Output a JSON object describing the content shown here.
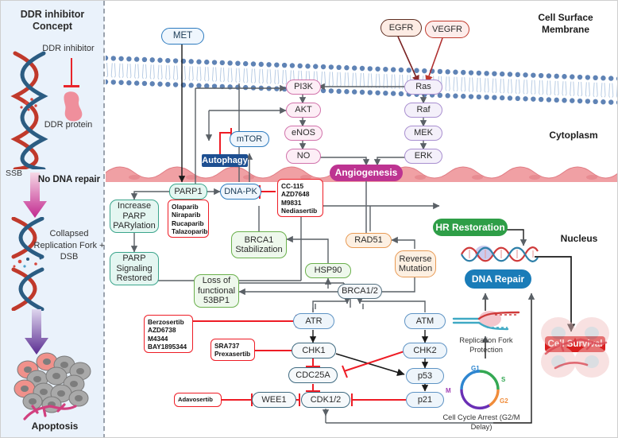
{
  "left_panel": {
    "title": "DDR inhibitor Concept",
    "ddr_inhibitor_label": "DDR inhibitor",
    "ddr_protein_label": "DDR protein",
    "ssb_label": "SSB",
    "no_dna_repair_label": "No DNA repair",
    "collapsed_fork_label": "Collapsed Replication Fork + DSB",
    "apoptosis_label": "Apoptosis"
  },
  "regions": {
    "cell_surface_membrane": "Cell Surface Membrane",
    "cytoplasm": "Cytoplasm",
    "nucleus": "Nucleus"
  },
  "nodes": {
    "met": "MET",
    "egfr": "EGFR",
    "vegfr": "VEGFR",
    "pi3k": "PI3K",
    "akt": "AKT",
    "enos": "eNOS",
    "no": "NO",
    "mtor": "mTOR",
    "autophagy": "Autophagy",
    "ras": "Ras",
    "raf": "Raf",
    "mek": "MEK",
    "erk": "ERK",
    "angiogenesis": "Angiogenesis",
    "parp1": "PARP1",
    "dnapk": "DNA-PK",
    "increase_parp": "Increase PARP PARylation",
    "parp_restored": "PARP Signaling Restored",
    "brca1_stab": "BRCA1 Stabilization",
    "hsp90": "HSP90",
    "loss_53bp1": "Loss of functional 53BP1",
    "brca12": "BRCA1/2",
    "rad51": "RAD51",
    "reverse_mutation": "Reverse Mutation",
    "hr_restoration": "HR Restoration",
    "dna_repair": "DNA Repair",
    "cell_survival": "Cell Survival",
    "atr": "ATR",
    "atm": "ATM",
    "chk1": "CHK1",
    "chk2": "CHK2",
    "cdc25a": "CDC25A",
    "p53": "p53",
    "wee1": "WEE1",
    "cdk12": "CDK1/2",
    "p21": "p21",
    "replication_fork": "Replication Fork Protection",
    "cell_cycle_arrest": "Cell Cycle Arrest (G2/M Delay)"
  },
  "cell_cycle_phases": {
    "g1": "G1",
    "s": "S",
    "g2": "G2",
    "m": "M"
  },
  "drug_boxes": {
    "parp_inhibitors": [
      "Olaparib",
      "Niraparib",
      "Rucaparib",
      "Talazoparib"
    ],
    "dnapk_inhibitors": [
      "CC-115",
      "AZD7648",
      "M9831",
      "Nediasertib"
    ],
    "atr_inhibitors": [
      "Berzosertib",
      "AZD6738",
      "M4344",
      "BAY1895344"
    ],
    "chk1_inhibitors": [
      "SRA737",
      "Prexasertib"
    ],
    "wee1_inhibitors": [
      "Adavosertib"
    ]
  },
  "colors": {
    "inhibition_red": "#ee1c25",
    "angiogenesis": "#bd3391",
    "hr_restoration": "#2e9e47",
    "dna_repair": "#1a7cb8",
    "cell_survival": "#d91f1f",
    "autophagy": "#1d4f91",
    "panel_bg": "#eaf2fb",
    "membrane_blue": "#5f83b5",
    "nuclear_membrane_pink": "#ef9aa0"
  }
}
